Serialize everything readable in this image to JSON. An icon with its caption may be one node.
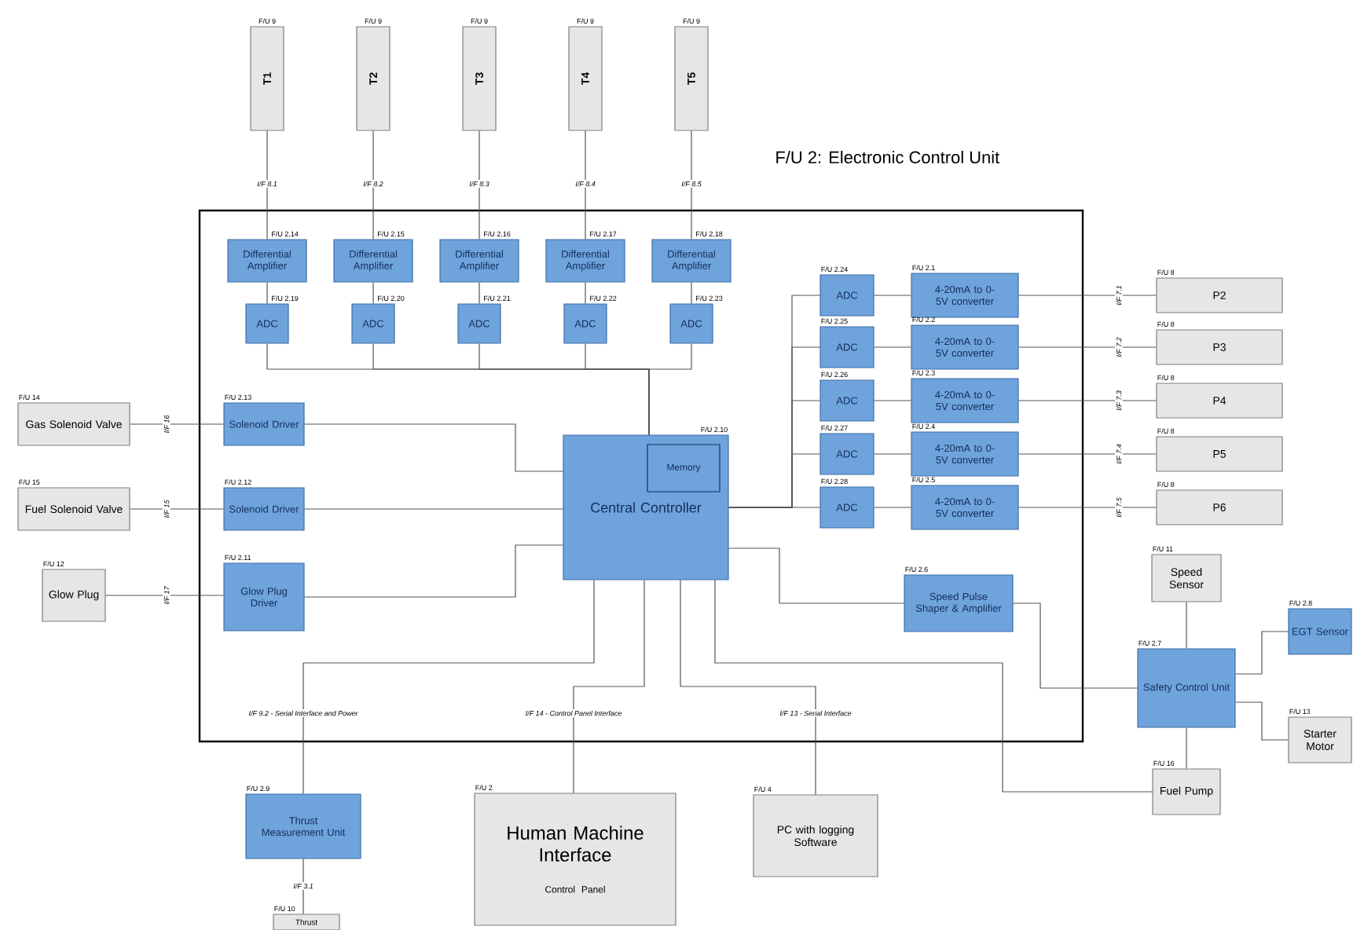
{
  "diagram": {
    "nodes": [
      {
        "text": [
          "T1"
        ],
        "beside": [
          "F/U 9"
        ]
      },
      {
        "text": [
          "T2"
        ],
        "beside": [
          "F/U 9"
        ]
      },
      {
        "text": [
          "T3"
        ],
        "beside": [
          "F/U 9"
        ]
      },
      {
        "text": [
          "T4"
        ],
        "beside": [
          "F/U 9"
        ]
      },
      {
        "text": [
          "T5"
        ],
        "beside": [
          "F/U 9"
        ]
      },
      {
        "text": [
          "F/U 2: Electronic Control Unit"
        ]
      },
      {
        "text": [
          "Differential Amplifier"
        ],
        "beside": [
          "F/U 2.14"
        ],
        "in": 5
      },
      {
        "text": [
          "Differential Amplifier"
        ],
        "beside": [
          "F/U 2.15"
        ],
        "in": 5
      },
      {
        "text": [
          "Differential Amplifier"
        ],
        "beside": [
          "F/U 2.16"
        ],
        "in": 5
      },
      {
        "text": [
          "Differential Amplifier"
        ],
        "beside": [
          "F/U 2.17"
        ],
        "in": 5
      },
      {
        "text": [
          "Differential Amplifier"
        ],
        "beside": [
          "F/U 2.18"
        ],
        "in": 5
      },
      {
        "text": [
          "ADC"
        ],
        "beside": [
          "F/U 2.19"
        ],
        "in": 5
      },
      {
        "text": [
          "ADC"
        ],
        "beside": [
          "F/U 2.20"
        ],
        "in": 5
      },
      {
        "text": [
          "ADC"
        ],
        "beside": [
          "F/U 2.21"
        ],
        "in": 5
      },
      {
        "text": [
          "ADC"
        ],
        "beside": [
          "F/U 2.22"
        ],
        "in": 5
      },
      {
        "text": [
          "ADC"
        ],
        "beside": [
          "F/U 2.23"
        ],
        "in": 5
      },
      {
        "text": [
          "ADC"
        ],
        "beside": [
          "F/U 2.24"
        ],
        "in": 5
      },
      {
        "text": [
          "ADC"
        ],
        "beside": [
          "F/U 2.25"
        ],
        "in": 5
      },
      {
        "text": [
          "ADC"
        ],
        "beside": [
          "F/U 2.26"
        ],
        "in": 5
      },
      {
        "text": [
          "ADC"
        ],
        "beside": [
          "F/U 2.27"
        ],
        "in": 5
      },
      {
        "text": [
          "ADC"
        ],
        "beside": [
          "F/U 2.28"
        ],
        "in": 5
      },
      {
        "text": [
          "4-20mA to 0-5V converter"
        ],
        "beside": [
          "F/U 2.1"
        ],
        "in": 5
      },
      {
        "text": [
          "4-20mA to 0-5V converter"
        ],
        "beside": [
          "F/U 2.2"
        ],
        "in": 5
      },
      {
        "text": [
          "4-20mA to 0-5V converter"
        ],
        "beside": [
          "F/U 2.3"
        ],
        "in": 5
      },
      {
        "text": [
          "4-20mA to 0-5V converter"
        ],
        "beside": [
          "F/U 2.4"
        ],
        "in": 5
      },
      {
        "text": [
          "4-20mA to 0-5V converter"
        ],
        "beside": [
          "F/U 2.5"
        ],
        "in": 5
      },
      {
        "text": [
          "P2"
        ],
        "beside": [
          "F/U 8"
        ]
      },
      {
        "text": [
          "P3"
        ],
        "beside": [
          "F/U 8"
        ]
      },
      {
        "text": [
          "P4"
        ],
        "beside": [
          "F/U 8"
        ]
      },
      {
        "text": [
          "P5"
        ],
        "beside": [
          "F/U 8"
        ]
      },
      {
        "text": [
          "P6"
        ],
        "beside": [
          "F/U 8"
        ]
      },
      {
        "text": [
          "Gas Solenoid Valve"
        ],
        "beside": [
          "F/U 14"
        ]
      },
      {
        "text": [
          "Solenoid Driver"
        ],
        "beside": [
          "F/U 2.13"
        ],
        "in": 5
      },
      {
        "text": [
          "Central Controller"
        ],
        "beside": [
          "F/U 2.10"
        ],
        "in": 5
      },
      {
        "text": [
          "Memory"
        ],
        "in": 33
      },
      {
        "text": [
          "Fuel Solenoid Valve"
        ],
        "beside": [
          "F/U 15"
        ]
      },
      {
        "text": [
          "Solenoid Driver"
        ],
        "beside": [
          "F/U 2.12"
        ],
        "in": 5
      },
      {
        "text": [
          "Glow Plug"
        ],
        "beside": [
          "F/U 12"
        ]
      },
      {
        "text": [
          "Glow Plug Driver"
        ],
        "beside": [
          "F/U 2.11"
        ],
        "in": 5
      },
      {
        "text": [
          "Speed Pulse Shaper & Amplifier"
        ],
        "beside": [
          "F/U 2.6"
        ],
        "in": 5
      },
      {
        "text": [
          "Speed Sensor"
        ],
        "beside": [
          "F/U 11"
        ]
      },
      {
        "text": [
          "EGT Sensor"
        ],
        "beside": [
          "F/U 2.8"
        ]
      },
      {
        "text": [
          "Safety Control Unit"
        ],
        "beside": [
          "F/U 2.7"
        ]
      },
      {
        "text": [
          "Starter Motor"
        ],
        "beside": [
          "F/U 13"
        ]
      },
      {
        "text": [
          "Fuel Pump"
        ],
        "beside": [
          "F/U 16"
        ]
      },
      {
        "text": [
          "Thrust Measurement Unit"
        ],
        "beside": [
          "F/U 2.9"
        ]
      },
      {
        "text": [
          "Human Machine Interface",
          "Control Panel"
        ],
        "beside": [
          "F/U 2"
        ]
      },
      {
        "text": [
          "PC with logging Software"
        ],
        "beside": [
          "F/U 4"
        ]
      },
      {
        "text": [
          "Thrust"
        ],
        "beside": [
          "F/U 10"
        ]
      }
    ],
    "edges": [
      {
        "from": 0,
        "to": 6,
        "arrow": "none",
        "label": "I/F 8.1"
      },
      {
        "from": 1,
        "to": 7,
        "arrow": "none",
        "label": "I/F 8.2"
      },
      {
        "from": 2,
        "to": 8,
        "arrow": "none",
        "label": "I/F 8.3"
      },
      {
        "from": 3,
        "to": 9,
        "arrow": "none",
        "label": "I/F 8.4"
      },
      {
        "from": 4,
        "to": 10,
        "arrow": "none",
        "label": "I/F 8.5"
      },
      {
        "from": 6,
        "to": 11,
        "arrow": "none"
      },
      {
        "from": 7,
        "to": 12,
        "arrow": "none"
      },
      {
        "from": 8,
        "to": 13,
        "arrow": "none"
      },
      {
        "from": 9,
        "to": 14,
        "arrow": "none"
      },
      {
        "from": 10,
        "to": 15,
        "arrow": "none"
      },
      {
        "from": 11,
        "to": 33,
        "arrow": "none"
      },
      {
        "from": 12,
        "to": 33,
        "arrow": "none"
      },
      {
        "from": 13,
        "to": 33,
        "arrow": "none"
      },
      {
        "from": 14,
        "to": 33,
        "arrow": "none"
      },
      {
        "from": 15,
        "to": 33,
        "arrow": "none"
      },
      {
        "from": 33,
        "to": 16,
        "arrow": "none"
      },
      {
        "from": 33,
        "to": 17,
        "arrow": "none"
      },
      {
        "from": 33,
        "to": 18,
        "arrow": "none"
      },
      {
        "from": 33,
        "to": 19,
        "arrow": "none"
      },
      {
        "from": 33,
        "to": 20,
        "arrow": "none"
      },
      {
        "from": 16,
        "to": 21,
        "arrow": "none"
      },
      {
        "from": 17,
        "to": 22,
        "arrow": "none"
      },
      {
        "from": 18,
        "to": 23,
        "arrow": "none"
      },
      {
        "from": 19,
        "to": 24,
        "arrow": "none"
      },
      {
        "from": 20,
        "to": 25,
        "arrow": "none"
      },
      {
        "from": 21,
        "to": 26,
        "arrow": "none",
        "label": "I/F 7.1"
      },
      {
        "from": 22,
        "to": 27,
        "arrow": "none",
        "label": "I/F 7.2"
      },
      {
        "from": 23,
        "to": 28,
        "arrow": "none",
        "label": "I/F 7.3"
      },
      {
        "from": 24,
        "to": 29,
        "arrow": "none",
        "label": "I/F 7.4"
      },
      {
        "from": 25,
        "to": 30,
        "arrow": "none",
        "label": "I/F 7.5"
      },
      {
        "from": 31,
        "to": 32,
        "arrow": "none",
        "label": "I/F 16"
      },
      {
        "from": 32,
        "to": 33,
        "arrow": "none"
      },
      {
        "from": 35,
        "to": 36,
        "arrow": "none",
        "label": "I/F 15"
      },
      {
        "from": 36,
        "to": 33,
        "arrow": "none"
      },
      {
        "from": 37,
        "to": 38,
        "arrow": "none",
        "label": "I/F 17"
      },
      {
        "from": 38,
        "to": 33,
        "arrow": "none"
      },
      {
        "from": 33,
        "to": 39,
        "arrow": "none"
      },
      {
        "from": 39,
        "to": 42,
        "arrow": "none"
      },
      {
        "from": 40,
        "to": 42,
        "arrow": "none"
      },
      {
        "from": 42,
        "to": 41,
        "arrow": "none"
      },
      {
        "from": 42,
        "to": 43,
        "arrow": "none"
      },
      {
        "from": 42,
        "to": 44,
        "arrow": "none"
      },
      {
        "from": 33,
        "to": 44,
        "arrow": "none"
      },
      {
        "from": 33,
        "to": 45,
        "arrow": "none",
        "label": "I/F 9.2 - Serial Interface and Power"
      },
      {
        "from": 33,
        "to": 46,
        "arrow": "none",
        "label": "I/F 14 - Control Panel Interface"
      },
      {
        "from": 33,
        "to": 47,
        "arrow": "none",
        "label": "I/F 13 - Serial Interface"
      },
      {
        "from": 45,
        "to": 48,
        "arrow": "none",
        "label": "I/F 3.1"
      }
    ]
  }
}
